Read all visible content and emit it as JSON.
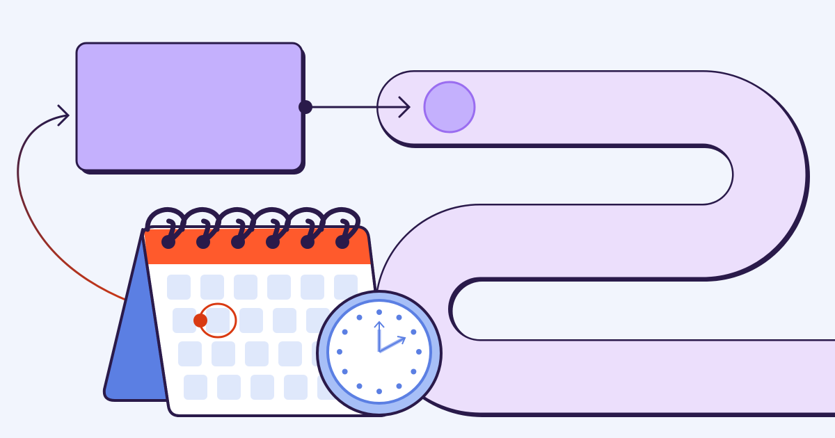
{
  "colors": {
    "background": "#f2f5fd",
    "outline": "#2a1a4a",
    "track": "#ecdffc",
    "box": "#c4b0fd",
    "token": "#c4b0fd",
    "token_stroke": "#9a6df0",
    "calendar_header": "#ff5a2c",
    "calendar_stand": "#5b7fe3",
    "calendar_cell": "#dfe8fb",
    "highlight": "#d93a12",
    "clock_ring": "#a7bff7",
    "clock_accent": "#5b7fe3"
  },
  "icons": [
    "workflow-box",
    "arrow-right-icon",
    "track-path",
    "token-circle",
    "calendar-icon",
    "clock-icon",
    "loop-arrow-icon"
  ],
  "clock": {
    "hour": 2,
    "minute": 0
  }
}
